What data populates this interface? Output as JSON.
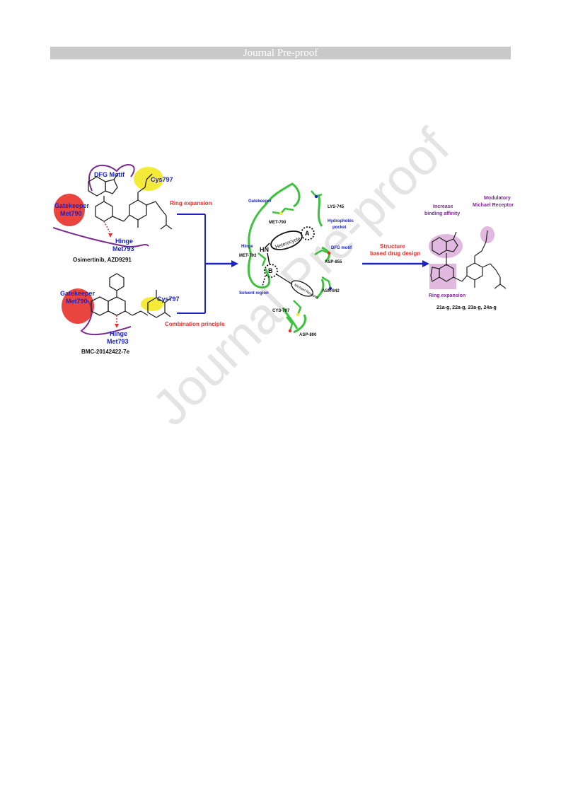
{
  "header": {
    "title": "Journal Pre-proof"
  },
  "watermark": {
    "text": "Journal Pre-proof"
  },
  "figure": {
    "left_top": {
      "dfg_motif": "DFG Motif",
      "cys797": "Cys797",
      "gatekeeper": "Gatekeeper",
      "met790": "Met790",
      "hinge": "Hinge",
      "met793": "Met793",
      "caption": "Osimertinib, AZD9291"
    },
    "left_bottom": {
      "cys797": "Cys797",
      "gatekeeper": "Gatekeeper",
      "met790": "Met790",
      "hinge": "Hinge",
      "met793": "Met793",
      "caption": "BMC-20142422-7e"
    },
    "arrows": {
      "ring_expansion": "Ring expansion",
      "combination_principle": "Combination principle",
      "structure": "Structure",
      "based_drug_design": "based drug design"
    },
    "center": {
      "gatekeeper": "Gatekeeper",
      "met790": "MET-790",
      "lys745": "LYS-745",
      "hydrophobic": "Hydrophobic",
      "pocket": "pocket",
      "hinge": "Hinge",
      "met793": "MET-793",
      "hn": "HN",
      "heterocycle": "Heterocycle",
      "ring_a": "A",
      "ring_b": "B",
      "dfg_motif": "DFG motif",
      "asp855": "ASP-855",
      "solvent_region": "Solvent region",
      "michael_receptor": "Michael Receptor",
      "asn842": "ASN-842",
      "cys797": "CYS-797",
      "asp800": "ASP-800"
    },
    "right": {
      "increase": "Increase",
      "binding_affinity": "binding affinity",
      "modulatory": "Modulatory",
      "michael_receptor": "Michael Receptor",
      "ring_expansion": "Ring expansion",
      "compounds": "21a-g, 22a-g, 23a-g, 24a-g"
    }
  }
}
